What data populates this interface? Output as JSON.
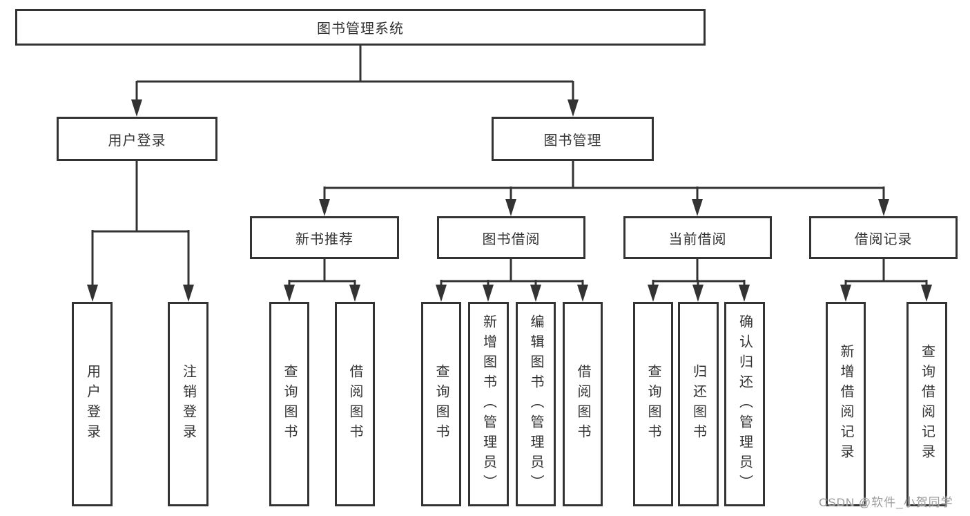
{
  "colors": {
    "line": "#333333",
    "box_border": "#333333",
    "box_background": "#ffffff",
    "text": "#333333",
    "watermark_text": "#9b9b9b"
  },
  "tree": {
    "label": "图书管理系统",
    "children": [
      {
        "label": "用户登录",
        "children": [
          {
            "label": "用户登录"
          },
          {
            "label": "注销登录"
          }
        ]
      },
      {
        "label": "图书管理",
        "children": [
          {
            "label": "新书推荐",
            "children": [
              {
                "label": "查询图书"
              },
              {
                "label": "借阅图书"
              }
            ]
          },
          {
            "label": "图书借阅",
            "children": [
              {
                "label": "查询图书"
              },
              {
                "label": "新增图书（管理员）"
              },
              {
                "label": "编辑图书（管理员）"
              },
              {
                "label": "借阅图书"
              }
            ]
          },
          {
            "label": "当前借阅",
            "children": [
              {
                "label": "查询图书"
              },
              {
                "label": "归还图书"
              },
              {
                "label": "确认归还（管理员）"
              }
            ]
          },
          {
            "label": "借阅记录",
            "children": [
              {
                "label": "新增借阅记录"
              },
              {
                "label": "查询借阅记录"
              }
            ]
          }
        ]
      }
    ]
  },
  "watermark": {
    "text": "CSDN @软件_小贺同学"
  }
}
